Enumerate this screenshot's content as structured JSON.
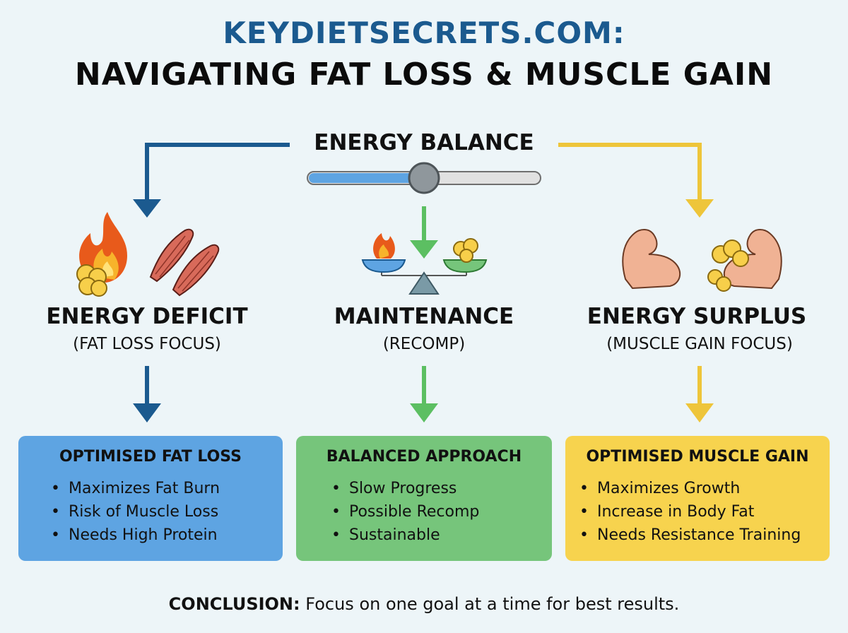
{
  "header": {
    "site": "KEYDIETSECRETS.COM:",
    "title": "NAVIGATING FAT LOSS & MUSCLE GAIN"
  },
  "balance": {
    "label": "ENERGY BALANCE",
    "slider_value": 0.5
  },
  "columns": [
    {
      "title": "ENERGY DEFICIT",
      "subtitle": "(FAT LOSS FOCUS)",
      "card_title": "OPTIMISED FAT LOSS",
      "bullets": [
        "Maximizes Fat Burn",
        "Risk of Muscle Loss",
        "Needs High Protein"
      ],
      "card_color": "#5ea4e2",
      "arrow_color": "#1b5a8f"
    },
    {
      "title": "MAINTENANCE",
      "subtitle": "(RECOMP)",
      "card_title": "BALANCED APPROACH",
      "bullets": [
        "Slow Progress",
        "Possible Recomp",
        "Sustainable"
      ],
      "card_color": "#76c57b",
      "arrow_color": "#5cbf62"
    },
    {
      "title": "ENERGY SURPLUS",
      "subtitle": "(MUSCLE GAIN FOCUS)",
      "card_title": "OPTIMISED MUSCLE GAIN",
      "bullets": [
        "Maximizes Growth",
        "Increase in Body Fat",
        "Needs Resistance Training"
      ],
      "card_color": "#f7d34e",
      "arrow_color": "#eec53a"
    }
  ],
  "conclusion": {
    "lead": "CONCLUSION:",
    "text": "Focus on one goal at a time for best results."
  },
  "icons": [
    "fire-icon",
    "fat-cell-icon",
    "muscle-fiber-icon",
    "balance-scale-icon",
    "flexed-arm-icon"
  ]
}
